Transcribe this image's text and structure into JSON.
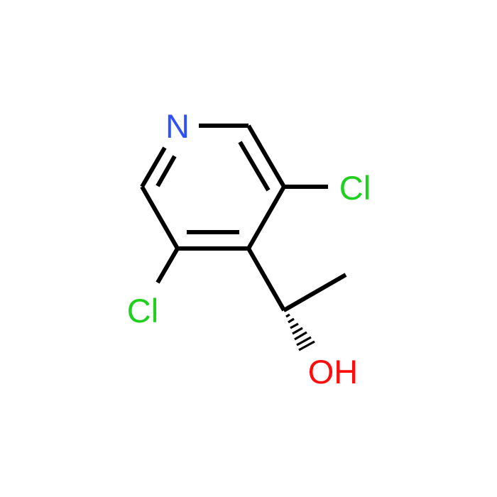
{
  "molecule": {
    "atoms": {
      "nitrogen": {
        "label": "N",
        "color": "#3050F8"
      },
      "chlorine_right": {
        "label": "Cl",
        "color": "#1FD01F"
      },
      "chlorine_left": {
        "label": "Cl",
        "color": "#1FD01F"
      },
      "hydroxyl": {
        "label": "OH",
        "color": "#FF0D0D"
      }
    },
    "bond_color": "#000000",
    "stereo": {
      "type": "hashed-wedge"
    }
  }
}
